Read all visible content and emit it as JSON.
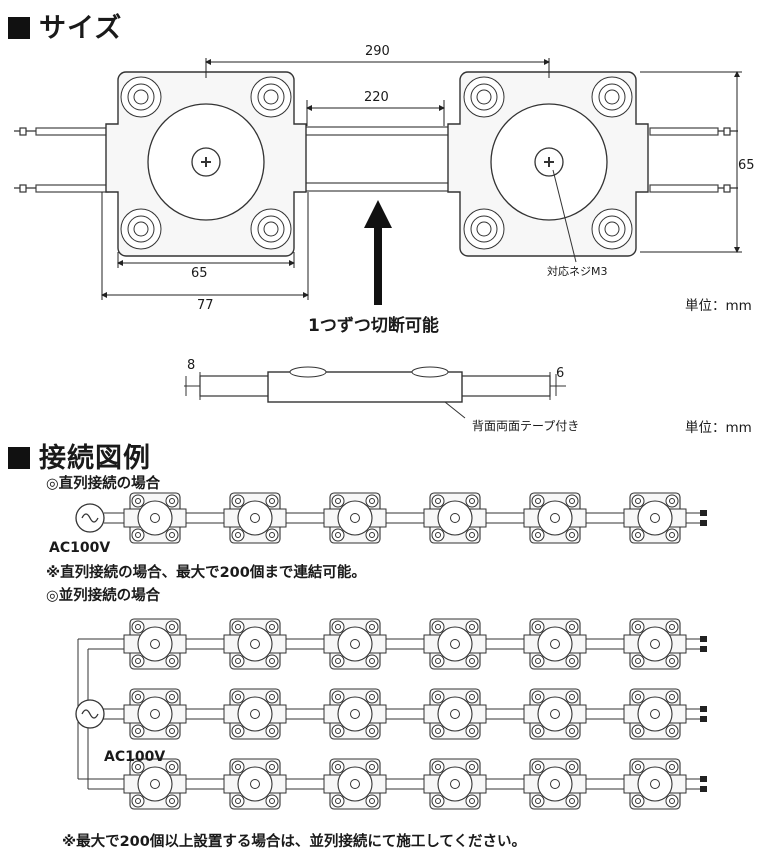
{
  "size_section": {
    "title": "サイズ",
    "dim_total_width": "290",
    "dim_gap": "220",
    "dim_height": "65",
    "dim_body_width": "65",
    "dim_full_width": "77",
    "screw_label": "対応ネジM3",
    "cut_label": "1つずつ切断可能",
    "unit": "単位：mm",
    "side_dim_left": "8",
    "side_dim_right": "6",
    "tape_label": "背面両面テープ付き",
    "unit2": "単位：mm"
  },
  "wiring_section": {
    "title": "接続図例",
    "series_label": "◎直列接続の場合",
    "series_ac": "AC100V",
    "series_note": "※直列接続の場合、最大で200個まで連結可能。",
    "parallel_label": "◎並列接続の場合",
    "parallel_ac": "AC100V",
    "footer_note": "※最大で200個以上設置する場合は、並列接続にて施工してください。"
  },
  "colors": {
    "ink": "#1a1a1a",
    "module_fill": "#f7f7f7"
  }
}
